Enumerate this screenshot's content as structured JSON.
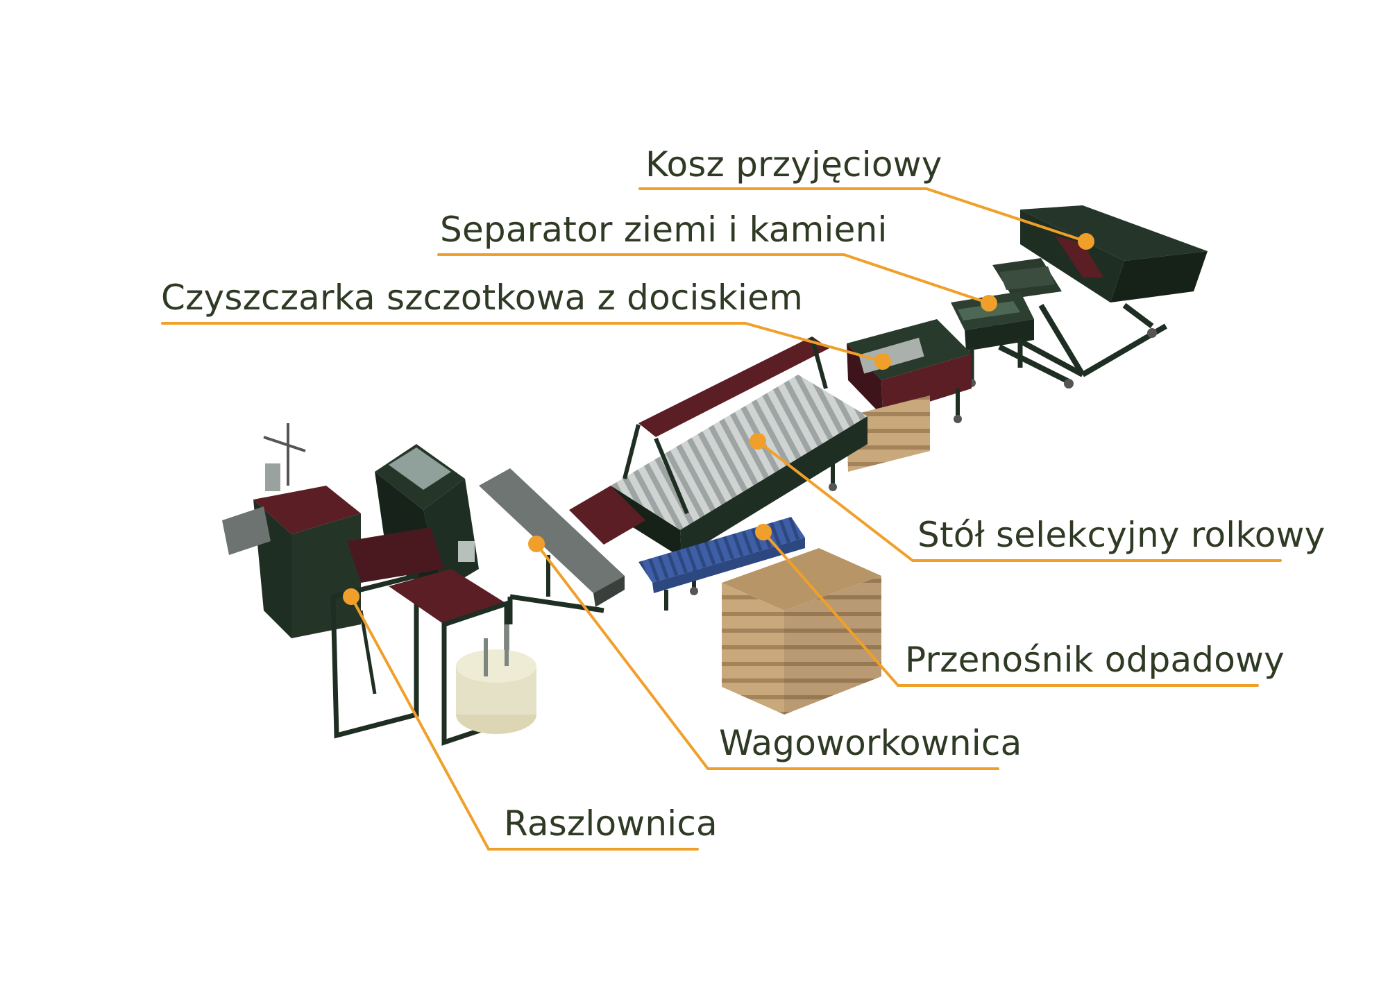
{
  "labels": {
    "kosz": "Kosz przyjęciowy",
    "separator": "Separator ziemi i kamieni",
    "czyszczarka": "Czyszczarka szczotkowa z dociskiem",
    "stol": "Stół selekcyjny rolkowy",
    "przenosnik": "Przenośnik odpadowy",
    "wagoworkownica": "Wagoworkownica",
    "raszlownica": "Raszlownica"
  },
  "colors": {
    "leader": "#f0a02a",
    "text": "#2e3a23",
    "machine_green": "#1f2e22",
    "hood_red": "#5a1e24",
    "crate_wood": "#c9a87c",
    "conveyor_blue": "#3e5fa6"
  }
}
